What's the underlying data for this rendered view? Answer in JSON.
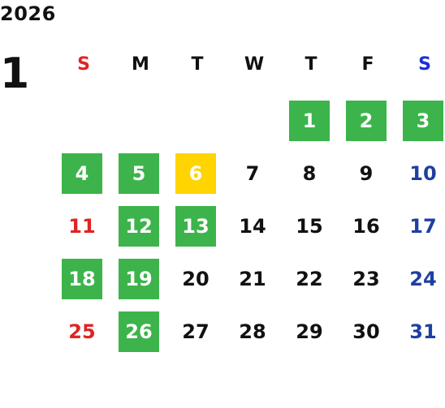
{
  "calendar": {
    "year": "2026",
    "month": "1",
    "weekdays": [
      {
        "label": "S",
        "color": "#e02424"
      },
      {
        "label": "M",
        "color": "#111111"
      },
      {
        "label": "T",
        "color": "#111111"
      },
      {
        "label": "W",
        "color": "#111111"
      },
      {
        "label": "T",
        "color": "#111111"
      },
      {
        "label": "F",
        "color": "#111111"
      },
      {
        "label": "S",
        "color": "#1a2fd6"
      }
    ],
    "start_weekday_index": 4,
    "colors": {
      "sunday": "#e02424",
      "saturday": "#1f3fa0",
      "weekday": "#111111",
      "highlight_green": "#3cb44b",
      "highlight_yellow": "#ffd400",
      "highlight_text": "#ffffff"
    },
    "days": [
      {
        "label": "1",
        "highlight": "green"
      },
      {
        "label": "2",
        "highlight": "green"
      },
      {
        "label": "3",
        "highlight": "green"
      },
      {
        "label": "4",
        "highlight": "green"
      },
      {
        "label": "5",
        "highlight": "green"
      },
      {
        "label": "6",
        "highlight": "yellow"
      },
      {
        "label": "7",
        "highlight": null
      },
      {
        "label": "8",
        "highlight": null
      },
      {
        "label": "9",
        "highlight": null
      },
      {
        "label": "10",
        "highlight": null
      },
      {
        "label": "11",
        "highlight": null
      },
      {
        "label": "12",
        "highlight": "green"
      },
      {
        "label": "13",
        "highlight": "green"
      },
      {
        "label": "14",
        "highlight": null
      },
      {
        "label": "15",
        "highlight": null
      },
      {
        "label": "16",
        "highlight": null
      },
      {
        "label": "17",
        "highlight": null
      },
      {
        "label": "18",
        "highlight": "green"
      },
      {
        "label": "19",
        "highlight": "green"
      },
      {
        "label": "20",
        "highlight": null
      },
      {
        "label": "21",
        "highlight": null
      },
      {
        "label": "22",
        "highlight": null
      },
      {
        "label": "23",
        "highlight": null
      },
      {
        "label": "24",
        "highlight": null
      },
      {
        "label": "25",
        "highlight": null
      },
      {
        "label": "26",
        "highlight": "green"
      },
      {
        "label": "27",
        "highlight": null
      },
      {
        "label": "28",
        "highlight": null
      },
      {
        "label": "29",
        "highlight": null
      },
      {
        "label": "30",
        "highlight": null
      },
      {
        "label": "31",
        "highlight": null
      }
    ]
  }
}
